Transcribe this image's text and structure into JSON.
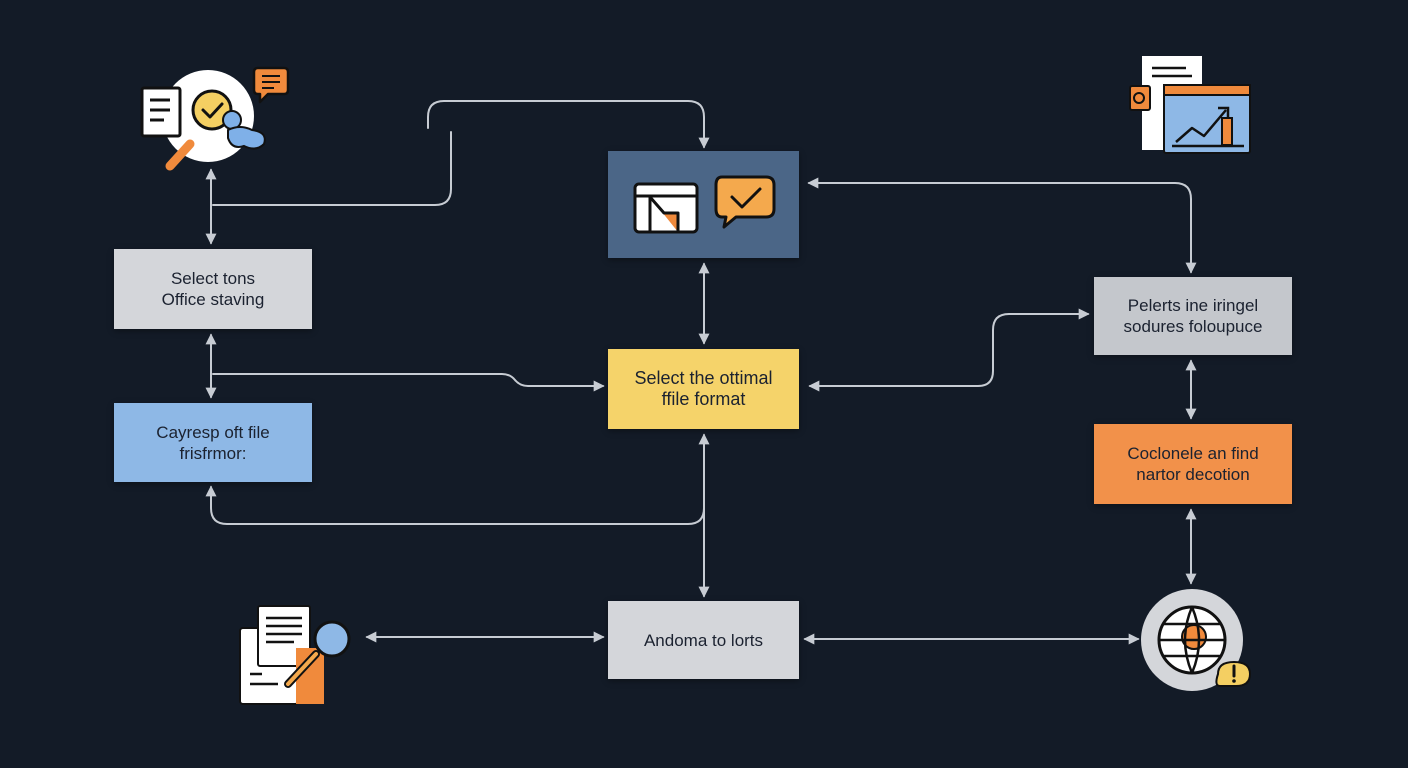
{
  "colors": {
    "background": "#131b27",
    "gray_box": "#d4d6da",
    "blue_box": "#8eb8e6",
    "navy_box": "#4b6687",
    "yellow_box": "#f5d36a",
    "orange_box": "#f2914a",
    "connector": "#c7ccd3",
    "accent_orange": "#f08a3c",
    "accent_blue": "#7fb0e8",
    "accent_yellow": "#f4cf62"
  },
  "nodes": {
    "select_tons": {
      "lines": [
        "Select tons",
        "Office staving"
      ]
    },
    "caywresp": {
      "lines": [
        "Cayresp oft file",
        "frisfrmor:"
      ]
    },
    "optimal": {
      "lines": [
        "Select the ottimal",
        "ffile format"
      ]
    },
    "andoma": {
      "lines": [
        "Andoma to lorts"
      ]
    },
    "pelerts": {
      "lines": [
        "Pelerts ine iringel",
        "sodures folоupuce"
      ]
    },
    "coclonele": {
      "lines": [
        "Coclonele an find",
        "nartor decotion"
      ]
    }
  },
  "icons": {
    "top_left": "document-magnifier-chat-icon",
    "top_center_doc": "document-folder-icon",
    "top_center_chat": "chat-check-icon",
    "top_right": "report-chart-icon",
    "bottom_left": "document-search-icon",
    "bottom_right": "globe-alert-icon"
  }
}
